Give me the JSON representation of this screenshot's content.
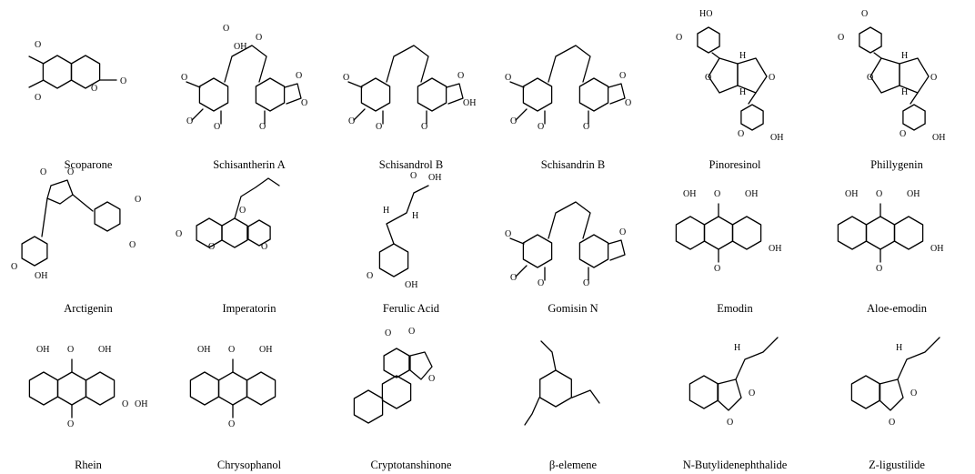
{
  "compounds": [
    {
      "name": "Scoparone",
      "skeleton": "coumarin",
      "groups": [
        "O",
        "O",
        "O",
        "O"
      ]
    },
    {
      "name": "Schisantherin A",
      "skeleton": "dibenzocyclooctadiene",
      "groups": [
        "O",
        "O",
        "O",
        "O",
        "O",
        "O",
        "OH",
        "O",
        "O"
      ]
    },
    {
      "name": "Schisandrol B",
      "skeleton": "dibenzocyclooctadiene",
      "groups": [
        "O",
        "O",
        "O",
        "O",
        "O",
        "OH"
      ]
    },
    {
      "name": "Schisandrin B",
      "skeleton": "dibenzocyclooctadiene",
      "groups": [
        "O",
        "O",
        "O",
        "O",
        "O",
        "O"
      ]
    },
    {
      "name": "Pinoresinol",
      "skeleton": "furofuran-lignan",
      "groups": [
        "HO",
        "O",
        "O",
        "O",
        "H",
        "H",
        "O",
        "OH"
      ]
    },
    {
      "name": "Phillygenin",
      "skeleton": "furofuran-lignan",
      "groups": [
        "O",
        "O",
        "O",
        "O",
        "H",
        "H",
        "O",
        "OH"
      ]
    },
    {
      "name": "Arctigenin",
      "skeleton": "dibenzylbutyrolactone",
      "groups": [
        "O",
        "O",
        "O",
        "O",
        "O",
        "OH"
      ]
    },
    {
      "name": "Imperatorin",
      "skeleton": "furocoumarin",
      "groups": [
        "O",
        "O",
        "O",
        "O"
      ]
    },
    {
      "name": "Ferulic Acid",
      "skeleton": "cinnamic-acid",
      "groups": [
        "O",
        "OH",
        "H",
        "H",
        "O",
        "OH"
      ]
    },
    {
      "name": "Gomisin N",
      "skeleton": "dibenzocyclooctadiene",
      "groups": [
        "O",
        "O",
        "O",
        "O",
        "O"
      ]
    },
    {
      "name": "Emodin",
      "skeleton": "anthraquinone",
      "groups": [
        "OH",
        "O",
        "OH",
        "O",
        "OH"
      ]
    },
    {
      "name": "Aloe-emodin",
      "skeleton": "anthraquinone",
      "groups": [
        "OH",
        "O",
        "OH",
        "O",
        "OH"
      ]
    },
    {
      "name": "Rhein",
      "skeleton": "anthraquinone",
      "groups": [
        "OH",
        "O",
        "OH",
        "O",
        "O",
        "OH"
      ]
    },
    {
      "name": "Chrysophanol",
      "skeleton": "anthraquinone",
      "groups": [
        "OH",
        "O",
        "OH",
        "O"
      ]
    },
    {
      "name": "Cryptotanshinone",
      "skeleton": "abietane-quinone",
      "groups": [
        "O",
        "O",
        "O"
      ]
    },
    {
      "name": "β-elemene",
      "skeleton": "elemane",
      "groups": []
    },
    {
      "name": "N-Butylidenephthalide",
      "skeleton": "phthalide",
      "groups": [
        "H",
        "O",
        "O"
      ]
    },
    {
      "name": "Z-ligustilide",
      "skeleton": "phthalide",
      "groups": [
        "H",
        "O",
        "O"
      ]
    }
  ]
}
